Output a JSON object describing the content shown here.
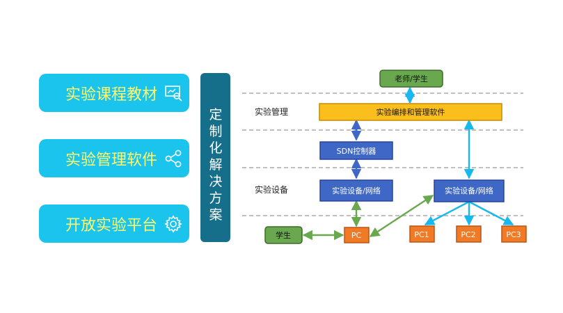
{
  "left_cards": [
    {
      "label": "实验课程教材",
      "icon": "presentation-icon"
    },
    {
      "label": "实验管理软件",
      "icon": "share-nodes-icon"
    },
    {
      "label": "开放实验平台",
      "icon": "gear-icon"
    }
  ],
  "vertical_bar": {
    "label": "定制化解决方案"
  },
  "sections": {
    "management": "实验管理",
    "equipment": "实验设备"
  },
  "nodes": {
    "teacher": "老师/学生",
    "scheduler": "实验编排和管理软件",
    "sdn": "SDN控制器",
    "equip_left": "实验设备/网络",
    "equip_right": "实验设备/网络",
    "student": "学生",
    "pc": "PC",
    "pc1": "PC1",
    "pc2": "PC2",
    "pc3": "PC3"
  },
  "colors": {
    "card_bg": "#1ac4ec",
    "card_text": "#fff86a",
    "bar_bg": "#156e8a",
    "green_node": "#6aa84f",
    "yellow_node": "#fbbf1d",
    "blue_node": "#3f67c6",
    "orange_node": "#f07a26",
    "cyan_link": "#17b7ef",
    "blue_link": "#3f67c6",
    "green_link": "#6aa84f"
  }
}
